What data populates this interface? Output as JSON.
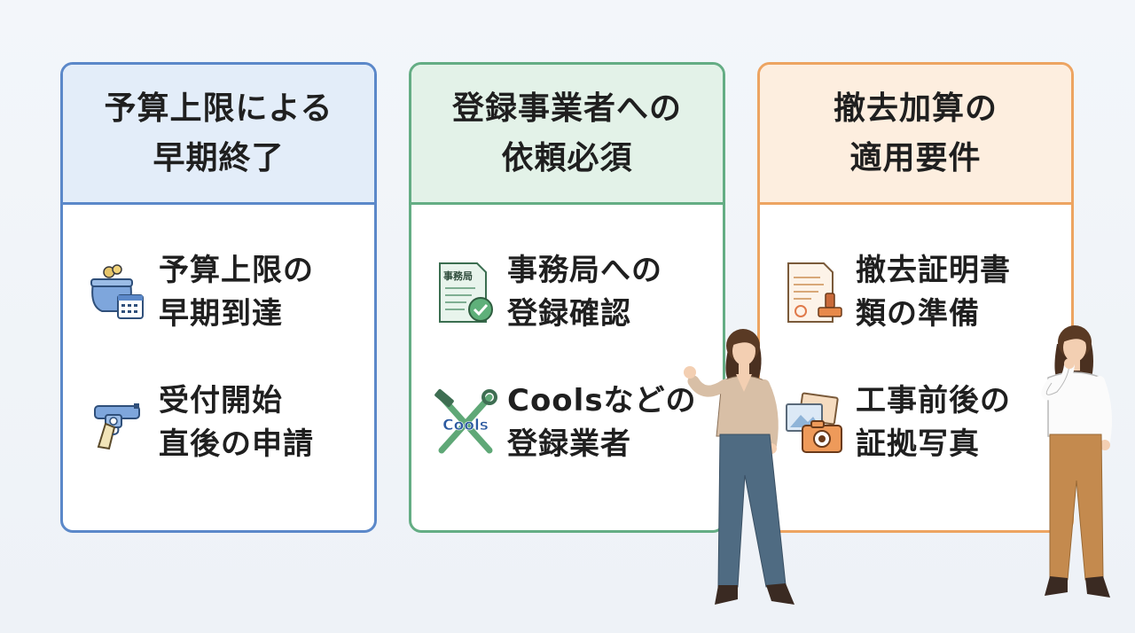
{
  "colors": {
    "blue": "#5b88c9",
    "green": "#64ad84",
    "orange": "#eda461",
    "blue_header": "#e3edf9",
    "green_header": "#e3f2e8",
    "orange_header": "#fdeedf"
  },
  "cards": [
    {
      "title_lines": [
        "予算上限による",
        "早期終了"
      ],
      "items": [
        {
          "icon": "coin-purse-calendar-icon",
          "lines": [
            "予算上限の",
            "早期到達"
          ]
        },
        {
          "icon": "starting-pistol-icon",
          "lines": [
            "受付開始",
            "直後の申請"
          ]
        }
      ]
    },
    {
      "title_lines": [
        "登録事業者への",
        "依頼必須"
      ],
      "items": [
        {
          "icon": "document-check-icon",
          "icon_label": "事務局",
          "lines": [
            "事務局への",
            "登録確認"
          ]
        },
        {
          "icon": "hammer-wrench-icon",
          "icon_label": "Cools",
          "lines": [
            "Coolsなどの",
            "登録業者"
          ]
        }
      ]
    },
    {
      "title_lines": [
        "撤去加算の",
        "適用要件"
      ],
      "items": [
        {
          "icon": "certificate-stamp-icon",
          "lines": [
            "撤去証明書",
            "類の準備"
          ]
        },
        {
          "icon": "photo-camera-icon",
          "lines": [
            "工事前後の",
            "証拠写真"
          ]
        }
      ]
    }
  ]
}
